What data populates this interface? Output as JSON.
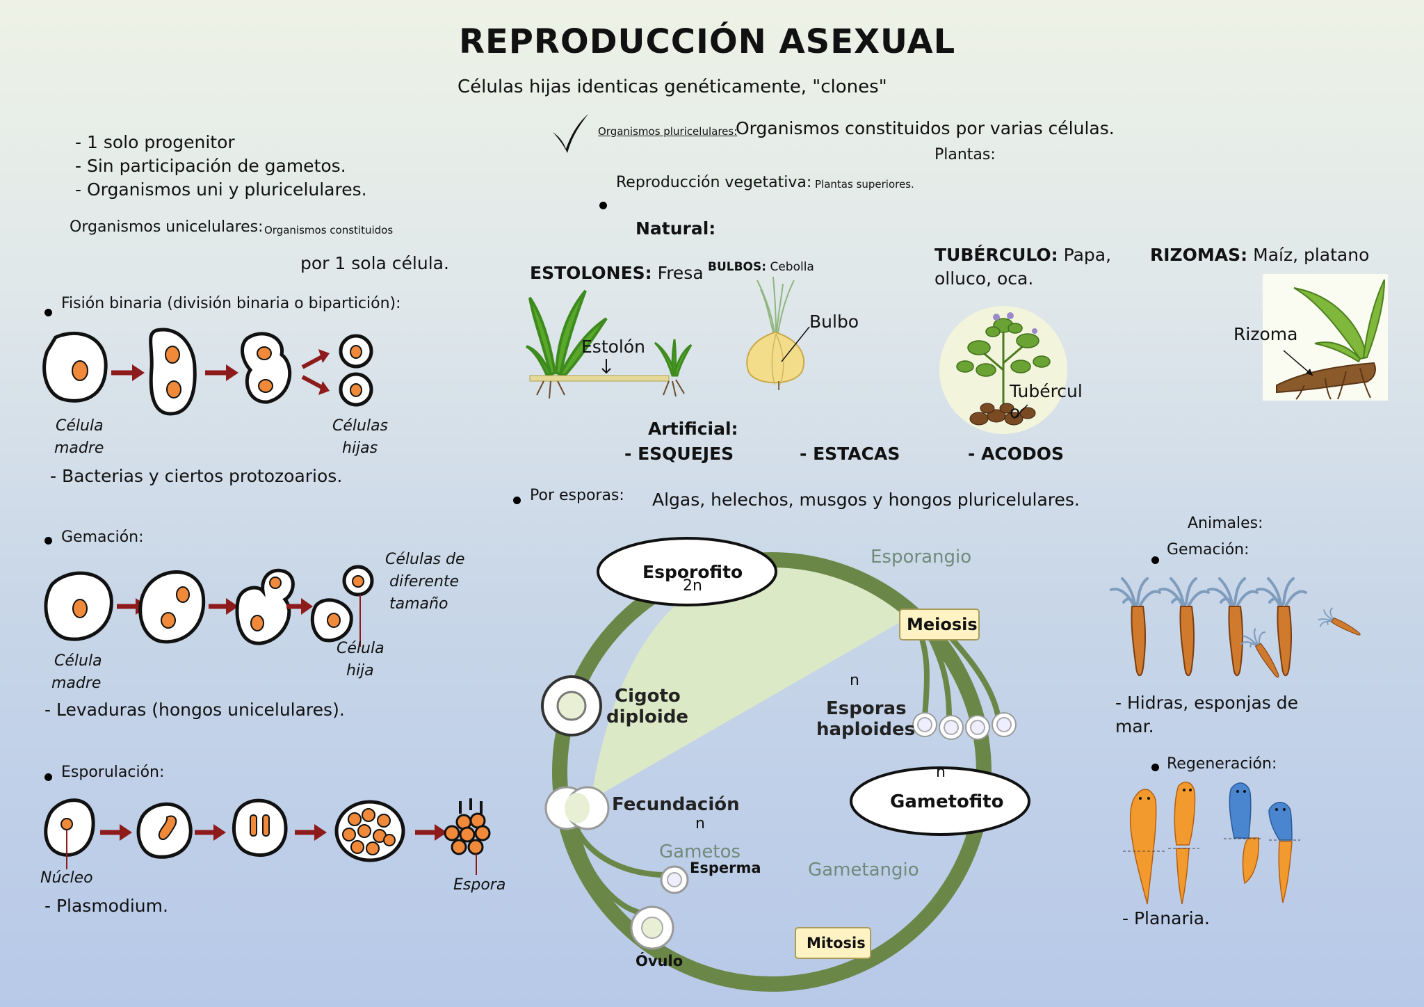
{
  "header": {
    "title": "REPRODUCCIÓN ASEXUAL",
    "subtitle": "Células hijas identicas genéticamente, \"clones\""
  },
  "features": [
    "- 1 solo progenitor",
    "- Sin participación de gametos.",
    "- Organismos uni y pluricelulares."
  ],
  "unicelular": {
    "label": "Organismos unicelulares:",
    "desc_1": "Organismos constituidos",
    "desc_2": "por 1 sola célula."
  },
  "fision": {
    "heading": "Fisión binaria (división binaria o bipartición):",
    "label_mother_1": "Célula",
    "label_mother_2": "madre",
    "label_daughters_1": "Células",
    "label_daughters_2": "hijas",
    "example": "- Bacterias y ciertos protozoarios."
  },
  "gemacion": {
    "heading": "Gemación:",
    "label_mother_1": "Célula",
    "label_mother_2": "madre",
    "label_daughter_1": "Célula",
    "label_daughter_2": "hija",
    "label_diff_1": "Células   de",
    "label_diff_2": "diferente",
    "label_diff_3": "tamaño",
    "example": "- Levaduras (hongos unicelulares)."
  },
  "esporulacion": {
    "heading": "Esporulación:",
    "label_nucleo": "Núcleo",
    "label_espora": "Espora",
    "example": "- Plasmodium."
  },
  "pluricelular": {
    "label": "Organismos pluricelulares:",
    "desc": "Organismos constituidos por varias células.",
    "plantas": "Plantas:",
    "veg_label": "Reproducción vegetativa:",
    "veg_desc": "Plantas superiores.",
    "natural": "Natural:"
  },
  "natural_types": {
    "estolones_label": "ESTOLONES:",
    "estolones_ex": "Fresa",
    "estolon_img": "Estolón",
    "bulbos_label": "BULBOS:",
    "bulbos_ex": "Cebolla",
    "bulbo_img": "Bulbo",
    "tuberculo_label": "TUBÉRCULO:",
    "tuberculo_ex_1": "Papa,",
    "tuberculo_ex_2": "olluco, oca.",
    "tuberculo_img_1": "Tubércul",
    "tuberculo_img_2": "o",
    "rizomas_label": "RIZOMAS:",
    "rizomas_ex": "Maíz, platano",
    "rizoma_img": "Rizoma"
  },
  "artificial": {
    "label": "Artificial:",
    "items": [
      "- ESQUEJES",
      "- ESTACAS",
      "- ACODOS"
    ]
  },
  "esporas": {
    "label": "Por esporas:",
    "desc": "Algas, helechos, musgos y hongos pluricelulares."
  },
  "cycle": {
    "esporofito": "Esporofito",
    "esporofito_ploidy": "2n",
    "esporangio": "Esporangio",
    "meiosis": "Meiosis",
    "n_1": "n",
    "esporas_1": "Esporas",
    "esporas_2": "haploides",
    "cigoto_1": "Cigoto",
    "cigoto_2": "diploide",
    "n_2": "n",
    "gametofito": "Gametofito",
    "fecundacion": "Fecundación",
    "n_3": "n",
    "gametos": "Gametos",
    "esperma": "Esperma",
    "gametangio": "Gametangio",
    "ovulo": "Óvulo",
    "mitosis": "Mitosis"
  },
  "animales": {
    "label": "Animales:",
    "gemacion": "Gemación:",
    "gemacion_ex_1": "- Hidras, esponjas de",
    "gemacion_ex_2": "mar.",
    "regeneracion": "Regeneración:",
    "regeneracion_ex": "- Planaria."
  },
  "colors": {
    "arrow": "#8e1b1b",
    "nucleus": "#f08a3a",
    "cycle_ring": "#5f7a3f",
    "cycle_fill": "#d9e8c4",
    "label_box": "#fff3c4"
  },
  "icons": [
    "check-icon",
    "bullet-icon",
    "cell-icon",
    "arrow-icon",
    "plant-icon",
    "onion-icon",
    "potato-plant-icon",
    "rhizome-icon",
    "hydra-icon",
    "planaria-icon"
  ]
}
